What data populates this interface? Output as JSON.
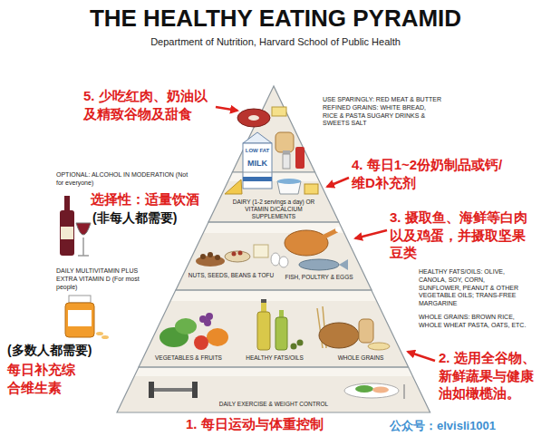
{
  "diagram": {
    "title": "THE HEALTHY EATING PYRAMID",
    "caption": "Department of Nutrition, Harvard School of Public Health",
    "nodes": [
      {
        "text": [
          "DAIRY (1-2 servings a day) OR VITAMIN D/CALCIUM SUPPLEMENTS"
        ]
      },
      {
        "text": [
          "NUTS, SEEDS, BEANS & TOFU",
          "FISH, POULTRY & EGGS"
        ]
      },
      {
        "text": [
          "VEGETABLES & FRUITS",
          "HEALTHY FATS/OILS",
          "WHOLE GRAINS"
        ]
      },
      {
        "text": [
          "DAILY EXERCISE & WEIGHT CONTROL"
        ]
      }
    ],
    "labels": [
      "USE SPARINGLY: RED MEAT & BUTTER REFINED GRAINS: WHITE BREAD, RICE & PASTA SUGARY DRINKS & SWEETS SALT",
      "5. 少吃红肉、奶油以及精致谷物及甜食",
      "LOW FAT",
      "MILK",
      "OPTIONAL: ALCOHOL IN MODERATION (Not for everyone)",
      "4. 每日1~2份奶制品或钙/维D补充剂",
      "选择性：适量饮酒",
      "(非每人都需要)",
      "3. 摄取鱼、海鲜等白肉以及鸡蛋，并摄取坚果豆类",
      "DAILY MULTIVITAMIN PLUS EXTRA VITAMIN D (For most people)",
      "HEALTHY FATS/OILS: OLIVE, CANOLA, SOY, CORN, SUNFLOWER, PEANUT & OTHER VEGETABLE OILS; TRANS-FREE MARGARINE",
      "WHOLE GRAINS: BROWN RICE, WHOLE WHEAT PASTA, OATS, ETC.",
      "(多数人都需要)",
      "每日补充综合维生素",
      "2. 选用全谷物、新鲜蔬果与健康油如橄榄油。",
      "1. 每日运动与体重控制",
      "公众号：elvisli1001"
    ]
  }
}
